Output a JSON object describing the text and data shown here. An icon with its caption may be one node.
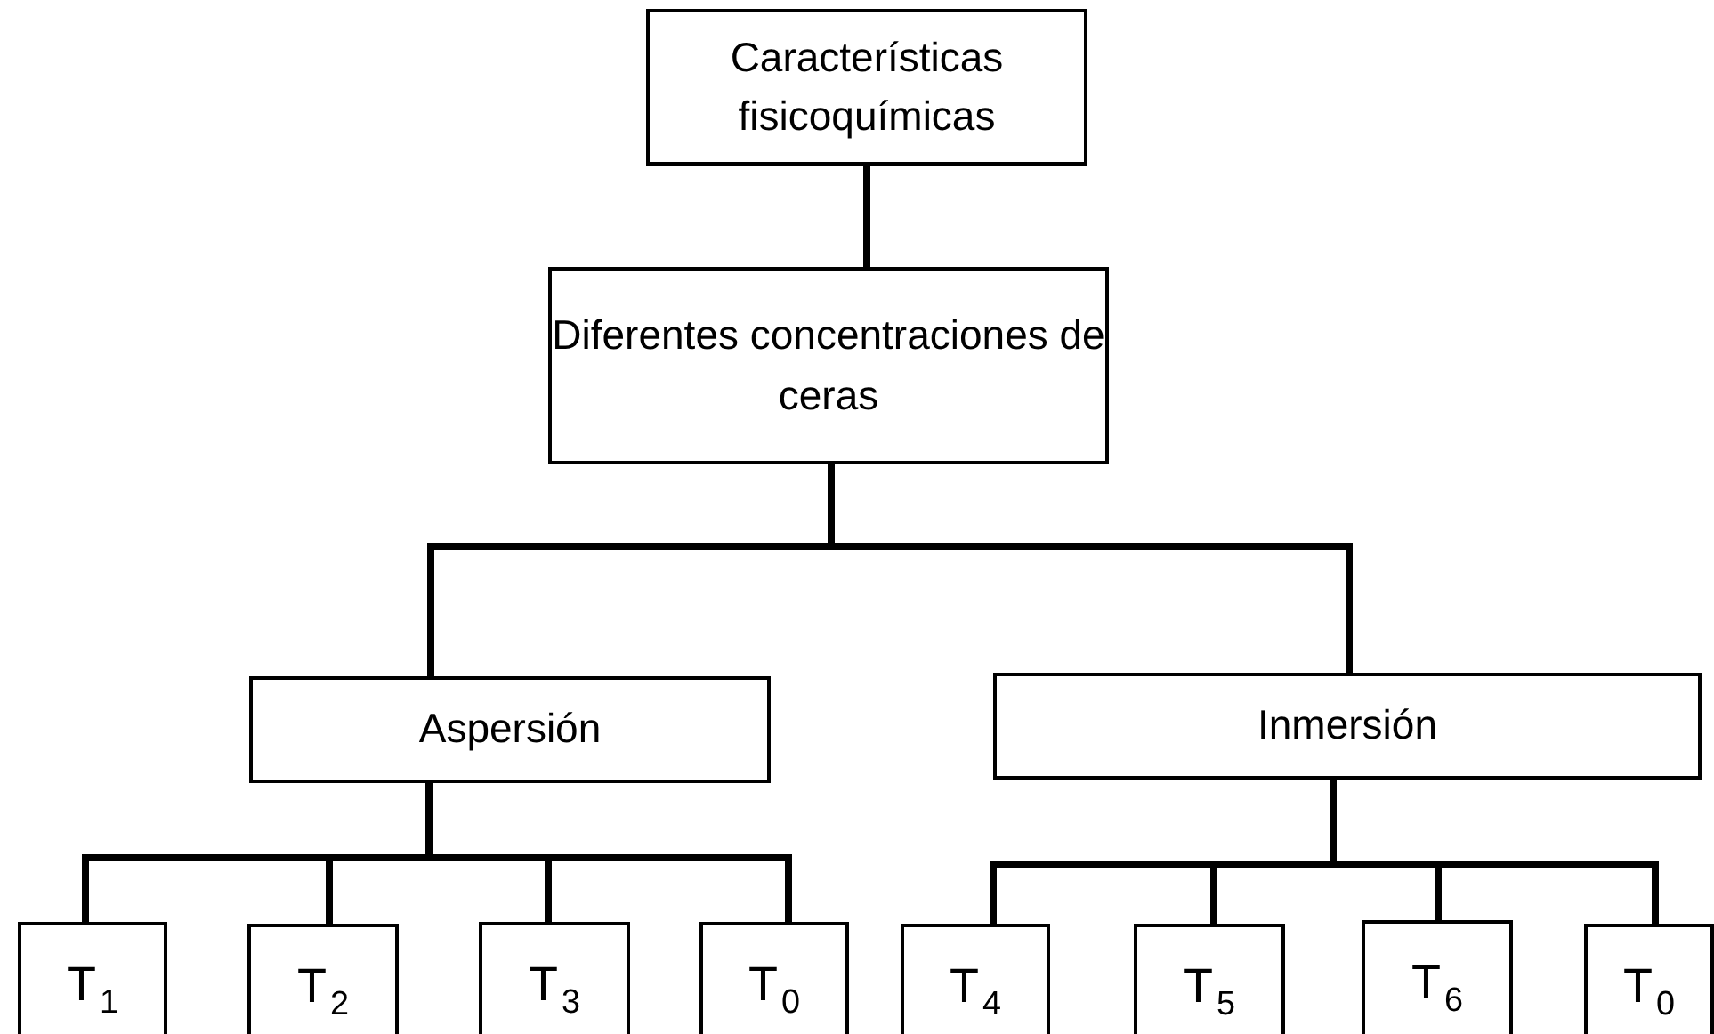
{
  "diagram": {
    "nodes": [
      {
        "text": [
          "Características fisicoquímicas"
        ]
      },
      {
        "text": [
          "Diferentes concentraciones de ceras"
        ]
      },
      {
        "text": [
          "Aspersión"
        ]
      },
      {
        "text": [
          "Inmersión"
        ]
      },
      {
        "text": [
          "T$_{1}$"
        ]
      },
      {
        "text": [
          "T$_{2}$"
        ]
      },
      {
        "text": [
          "T$_{3}$"
        ]
      },
      {
        "text": [
          "T$_{0}$"
        ]
      },
      {
        "text": [
          "T$_{4}$"
        ]
      },
      {
        "text": [
          "T$_{5}$"
        ]
      },
      {
        "text": [
          "T$_{6}$"
        ]
      },
      {
        "text": [
          "T$_{0}$"
        ]
      }
    ],
    "edges": [
      {
        "from": 0,
        "to": 1,
        "arrow": "none"
      },
      {
        "from": 1,
        "to": 2,
        "arrow": "none"
      },
      {
        "from": 1,
        "to": 3,
        "arrow": "none"
      },
      {
        "from": 2,
        "to": 4,
        "arrow": "none"
      },
      {
        "from": 2,
        "to": 5,
        "arrow": "none"
      },
      {
        "from": 2,
        "to": 6,
        "arrow": "none"
      },
      {
        "from": 2,
        "to": 7,
        "arrow": "none"
      },
      {
        "from": 3,
        "to": 8,
        "arrow": "none"
      },
      {
        "from": 3,
        "to": 9,
        "arrow": "none"
      },
      {
        "from": 3,
        "to": 10,
        "arrow": "none"
      },
      {
        "from": 3,
        "to": 11,
        "arrow": "none"
      }
    ]
  }
}
